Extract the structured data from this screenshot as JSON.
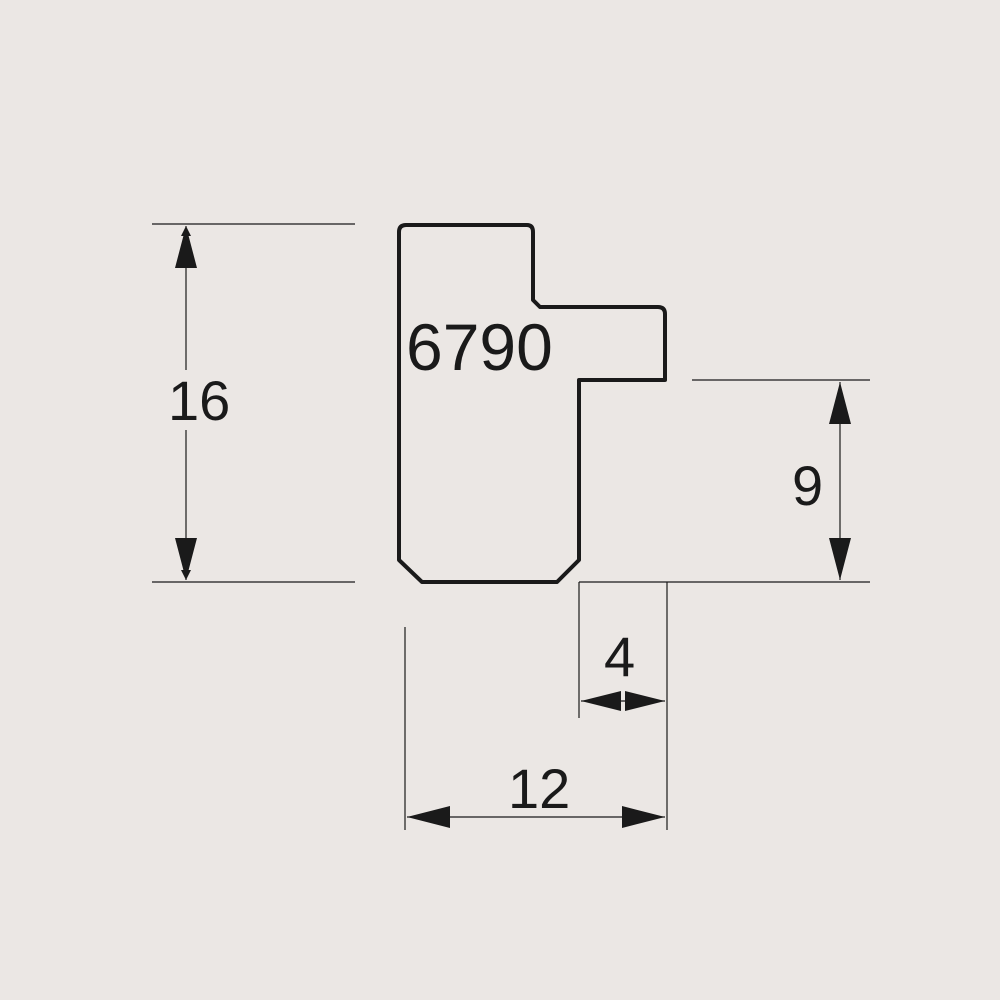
{
  "profile": {
    "code": "6790"
  },
  "dimensions": {
    "height_total": "16",
    "height_lower": "9",
    "width_lip": "4",
    "width_total": "12"
  },
  "colors": {
    "background": "#ebe7e4",
    "line": "#1a1a1a"
  }
}
